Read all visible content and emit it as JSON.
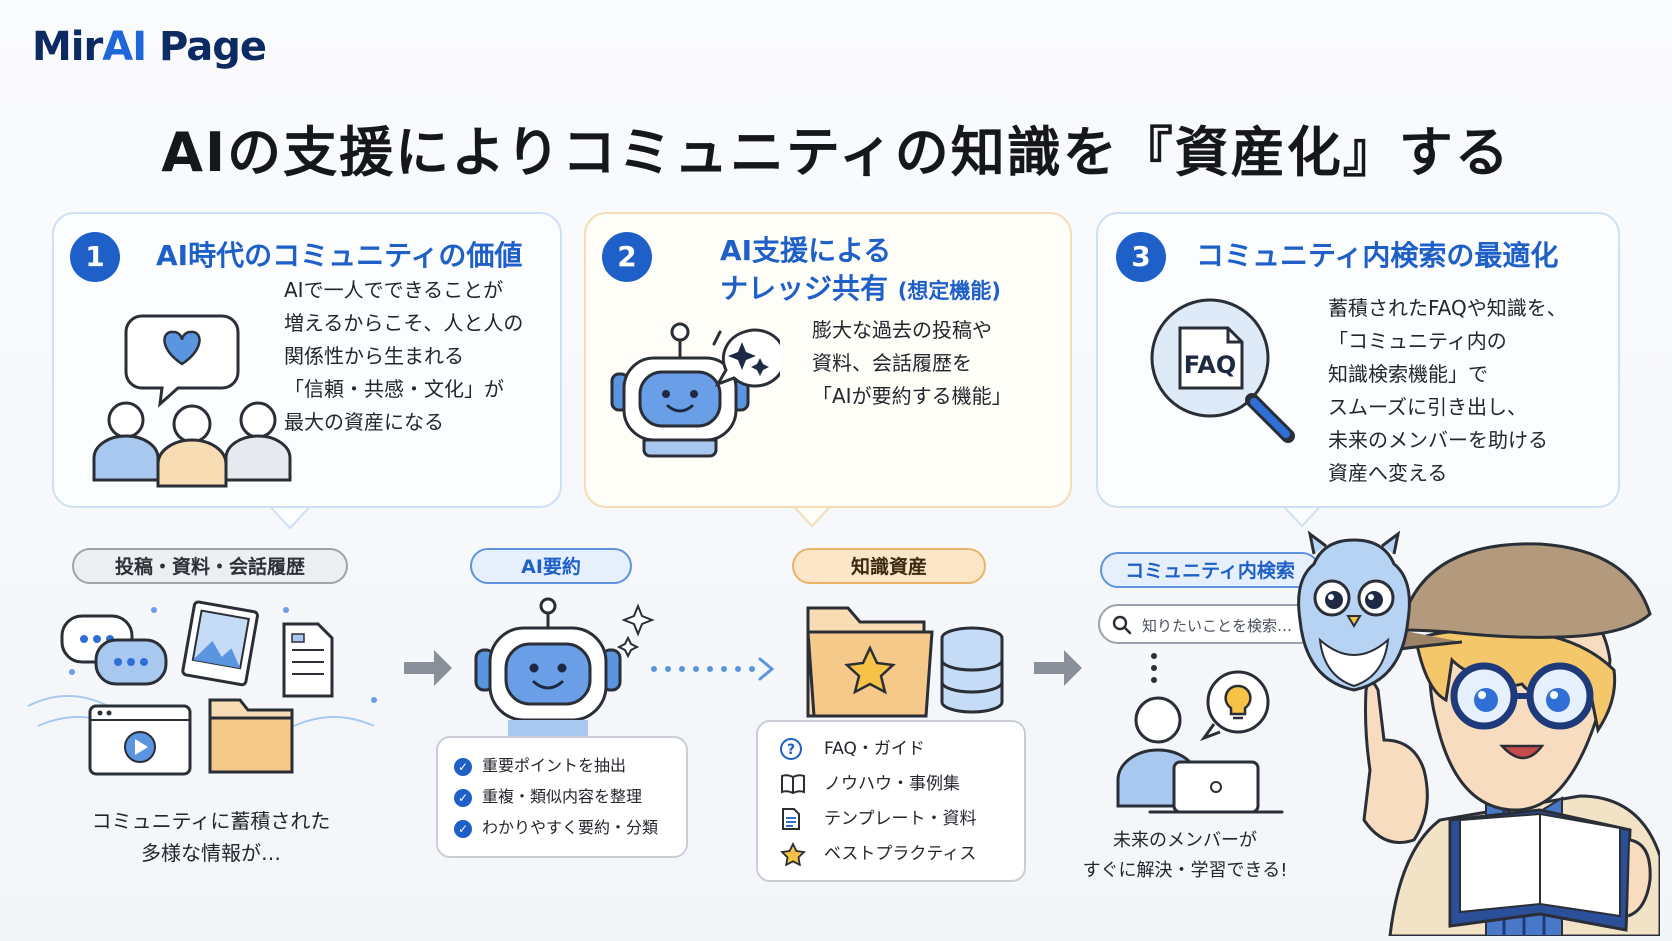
{
  "logo": {
    "part1": "Mir",
    "part2": "AI",
    "part3": " Page"
  },
  "title": {
    "prefix": "AIの支援によりコミュニティの知識を",
    "emphasis": "『資産化』",
    "suffix": "する"
  },
  "cards": [
    {
      "number": "1",
      "title": "AI時代のコミュニティの価値",
      "lines": [
        "AIで一人でできることが",
        "増えるからこそ、人と人の",
        "関係性から生まれる",
        "「信頼・共感・文化」が",
        "最大の資産になる"
      ]
    },
    {
      "number": "2",
      "title_line1": "AI支援による",
      "title_line2": "ナレッジ共有",
      "title_note": "(想定機能)",
      "lines": [
        "膨大な過去の投稿や",
        "資料、会話履歴を",
        "「AIが要約する機能」"
      ]
    },
    {
      "number": "3",
      "title": "コミュニティ内検索の最適化",
      "faq_label": "FAQ",
      "lines": [
        "蓄積されたFAQや知識を、",
        "「コミュニティ内の",
        "知識検索機能」で",
        "スムーズに引き出し、",
        "未来のメンバーを助ける",
        "資産へ変える"
      ]
    }
  ],
  "flow": {
    "step1": {
      "label": "投稿・資料・会話履歴",
      "caption_line1": "コミュニティに蓄積された",
      "caption_line2": "多様な情報が…"
    },
    "step2": {
      "label": "AI要約",
      "items": [
        "重要ポイントを抽出",
        "重複・類似内容を整理",
        "わかりやすく要約・分類"
      ]
    },
    "step3": {
      "label": "知識資産",
      "items": [
        {
          "icon": "question-icon",
          "text": "FAQ・ガイド"
        },
        {
          "icon": "book-icon",
          "text": "ノウハウ・事例集"
        },
        {
          "icon": "document-icon",
          "text": "テンプレート・資料"
        },
        {
          "icon": "star-icon",
          "text": "ベストプラクティス"
        }
      ]
    },
    "step4": {
      "label": "コミュニティ内検索",
      "search_placeholder": "知りたいことを検索…",
      "caption_line1": "未来のメンバーが",
      "caption_line2": "すぐに解決・学習できる!"
    }
  },
  "colors": {
    "accent": "#1f5fc8",
    "blue_light": "#a9c8f0",
    "orange": "#f4d49b",
    "card_border": "#cfe0f4"
  }
}
